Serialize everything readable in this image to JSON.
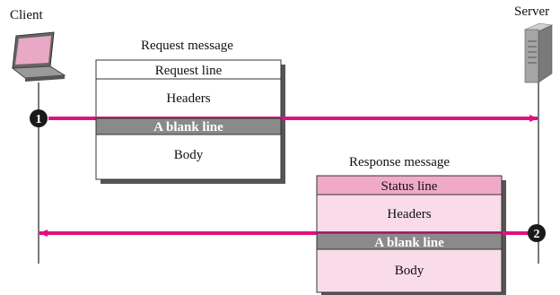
{
  "client": {
    "label": "Client"
  },
  "server": {
    "label": "Server"
  },
  "request": {
    "title": "Request message",
    "line": "Request  line",
    "headers": "Headers",
    "blank": "A blank line",
    "body": "Body",
    "step": "1"
  },
  "response": {
    "title": "Response message",
    "line": "Status  line",
    "headers": "Headers",
    "blank": "A blank line",
    "body": "Body",
    "step": "2"
  },
  "colors": {
    "arrow": "#e0117f",
    "blank_band": "#8a8a8a",
    "response_fill": "#f9dbe9",
    "response_header_fill": "#f1a9c9",
    "box_shadow": "#555555",
    "step_badge": "#1a1a1a"
  }
}
